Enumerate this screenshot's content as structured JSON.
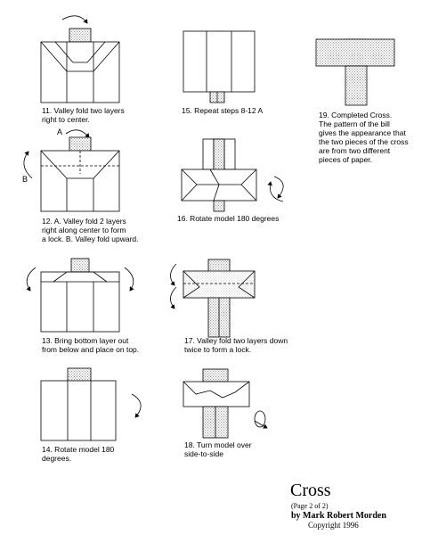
{
  "steps": {
    "s11": "11. Valley fold two layers\nright to center.",
    "s12": "12.  A. Valley fold 2 layers\nright along center to form\na lock.  B. Valley fold upward.",
    "s13": "13. Bring bottom layer out\nfrom below and place on top.",
    "s14": "14. Rotate model 180\ndegrees.",
    "s15": "15.  Repeat steps 8-12 A",
    "s16": "16. Rotate model 180 degrees",
    "s17": "17. Valley fold two layers down\ntwice to form a lock.",
    "s18": "18. Turn model over\nside-to-side",
    "s19": "19.  Completed Cross.\nThe pattern of the bill\ngives the appearance that\nthe two pieces of the cross\nare from two different\npieces of paper."
  },
  "labels": {
    "a": "A",
    "b": "B"
  },
  "footer": {
    "title": "Cross",
    "page": "(Page 2 of 2)",
    "author": "by Mark Robert Morden",
    "copyright": "Copyright 1996"
  },
  "colors": {
    "line": "#000000",
    "hatch": "#777777"
  }
}
